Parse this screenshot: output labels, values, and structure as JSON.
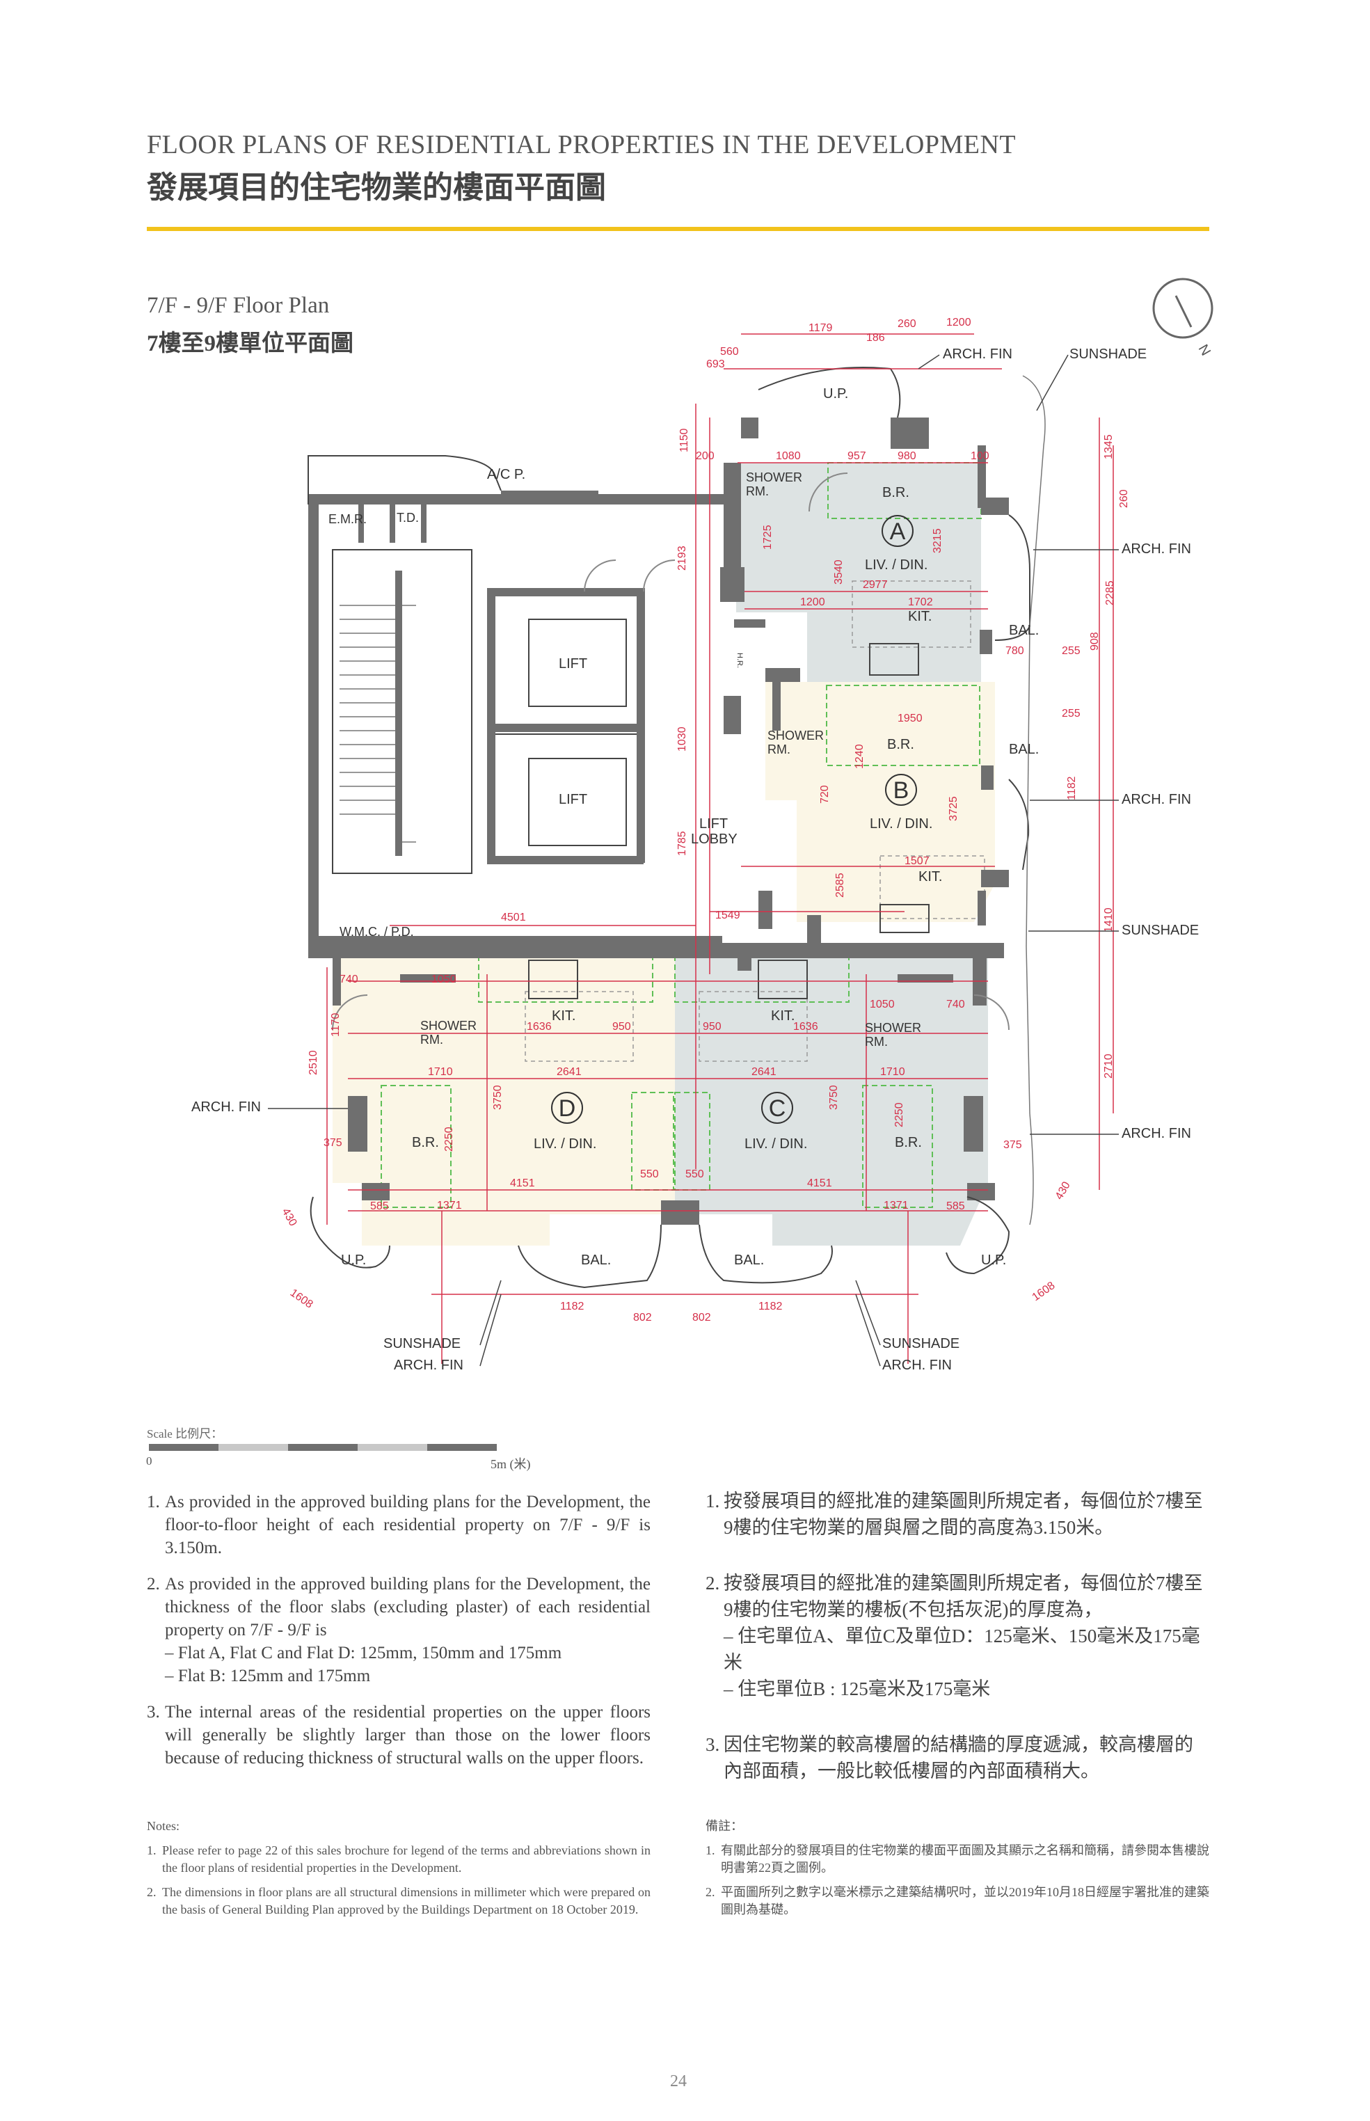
{
  "header": {
    "title_en": "FLOOR PLANS OF RESIDENTIAL PROPERTIES IN THE DEVELOPMENT",
    "title_zh": "發展項目的住宅物業的樓面平面圖",
    "accent_color": "#f2c21b"
  },
  "plan": {
    "title_en": "7/F - 9/F Floor Plan",
    "title_zh": "7樓至9樓單位平面圖",
    "north_label": "N",
    "labels": {
      "acp": "A/C P.",
      "emr": "E.M.R.",
      "td": "T.D.",
      "lift1": "LIFT",
      "lift2": "LIFT",
      "lift_lobby_1": "LIFT",
      "lift_lobby_2": "LOBBY",
      "wmc": "W.M.C. / P.D.",
      "hr": "H.R.",
      "shower_a_1": "SHOWER",
      "shower_a_2": "RM.",
      "shower_b_1": "SHOWER",
      "shower_b_2": "RM.",
      "shower_d_1": "SHOWER",
      "shower_d_2": "RM.",
      "shower_c_1": "SHOWER",
      "shower_c_2": "RM.",
      "up_a": "U.P.",
      "up_d": "U.P.",
      "up_c": "U.P.",
      "br_a": "B.R.",
      "br_b": "B.R.",
      "br_d": "B.R.",
      "br_c": "B.R.",
      "liv_a": "LIV. / DIN.",
      "liv_b": "LIV. / DIN.",
      "liv_d": "LIV. / DIN.",
      "liv_c": "LIV. / DIN.",
      "kit_a": "KIT.",
      "kit_b": "KIT.",
      "kit_d": "KIT.",
      "kit_c": "KIT.",
      "bal_a": "BAL.",
      "bal_b": "BAL.",
      "bal_d": "BAL.",
      "bal_c": "BAL.",
      "unit_a": "A",
      "unit_b": "B",
      "unit_c": "C",
      "unit_d": "D",
      "arch_fin_1": "ARCH. FIN",
      "arch_fin_2": "ARCH. FIN",
      "arch_fin_3": "ARCH. FIN",
      "arch_fin_4": "ARCH. FIN",
      "arch_fin_5": "ARCH. FIN",
      "arch_fin_6": "ARCH. FIN",
      "arch_fin_7": "ARCH. FIN",
      "sunshade_1": "SUNSHADE",
      "sunshade_2": "SUNSHADE",
      "sunshade_3": "SUNSHADE",
      "sunshade_4": "SUNSHADE"
    },
    "dimensions": {
      "d1": "1179",
      "d2": "260",
      "d3": "1200",
      "d4": "186",
      "d5": "693",
      "d6": "560",
      "d7": "1150",
      "d8": "200",
      "d9": "1080",
      "d10": "957",
      "d11": "980",
      "d12": "100",
      "d13": "1345",
      "d14": "260",
      "d15": "2193",
      "d16": "3540",
      "d17": "3215",
      "d18": "1725",
      "d19": "2977",
      "d20": "1200",
      "d21": "1702",
      "d22": "780",
      "d23": "2285",
      "d24": "1950",
      "d25": "3725",
      "d26": "1507",
      "d27": "1549",
      "d28": "4501",
      "d29": "1410",
      "d30": "2510",
      "d31": "1636",
      "d32": "950",
      "d33": "2641",
      "d34": "1710",
      "d35": "3750",
      "d36": "2250",
      "d37": "4151",
      "d38": "1371",
      "d39": "1182",
      "d40": "802",
      "d41": "1608",
      "d42": "2710",
      "d43": "1170",
      "d44": "1050",
      "d45": "1785",
      "d46": "2585",
      "d47": "1030",
      "d48": "740",
      "d49": "550",
      "d50": "585",
      "d51": "430",
      "d52": "375",
      "d53": "1240",
      "d54": "720",
      "d55": "1182",
      "d56": "908",
      "d57": "255"
    },
    "colors": {
      "wall": "#6f6f6f",
      "dimension": "#d5304a",
      "dashed": "#5fbf56",
      "unit_fill_a": "#dde3e3",
      "unit_fill_b": "#fbf6e6",
      "line": "#333333"
    }
  },
  "scale": {
    "label": "Scale 比例尺：",
    "start": "0",
    "end": "5m (米)"
  },
  "notes_en": {
    "items": [
      {
        "num": "1.",
        "text": "As provided in the approved building plans for the Development, the floor-to-floor height of each residential property on 7/F - 9/F is 3.150m."
      },
      {
        "num": "2.",
        "text": "As provided in the approved building plans for the Development, the thickness of the floor slabs (excluding plaster) of each residential property on 7/F - 9/F is",
        "sub1": "– Flat A, Flat C and Flat D: 125mm, 150mm and 175mm",
        "sub2": "– Flat B: 125mm and 175mm"
      },
      {
        "num": "3.",
        "text": "The internal areas of the residential properties on the upper floors will generally be slightly larger than those on the lower floors because of reducing thickness of structural walls on the upper floors."
      }
    ],
    "notes_title": "Notes:",
    "notes": [
      {
        "num": "1.",
        "text": "Please refer to page 22 of this sales brochure for legend of the terms and abbreviations shown in the floor plans of residential properties in the Development."
      },
      {
        "num": "2.",
        "text": "The dimensions in floor plans are all structural dimensions in millimeter which were prepared on the basis of General Building Plan approved by the Buildings Department on 18 October 2019."
      }
    ]
  },
  "notes_zh": {
    "items": [
      {
        "num": "1.",
        "text": "按發展項目的經批准的建築圖則所規定者，每個位於7樓至9樓的住宅物業的層與層之間的高度為3.150米。"
      },
      {
        "num": "2.",
        "text": "按發展項目的經批准的建築圖則所規定者，每個位於7樓至9樓的住宅物業的樓板(不包括灰泥)的厚度為，",
        "sub1": "– 住宅單位A、單位C及單位D：125毫米、150毫米及175毫米",
        "sub2": "– 住宅單位B : 125毫米及175毫米"
      },
      {
        "num": "3.",
        "text": "因住宅物業的較高樓層的結構牆的厚度遞減，較高樓層的內部面積，一般比較低樓層的內部面積稍大。"
      }
    ],
    "notes_title": "備註：",
    "notes": [
      {
        "num": "1.",
        "text": "有關此部分的發展項目的住宅物業的樓面平面圖及其顯示之名稱和簡稱，請參閱本售樓說明書第22頁之圖例。"
      },
      {
        "num": "2.",
        "text": "平面圖所列之數字以毫米標示之建築結構呎吋，並以2019年10月18日經屋宇署批准的建築圖則為基礎。"
      }
    ]
  },
  "page_number": "24"
}
